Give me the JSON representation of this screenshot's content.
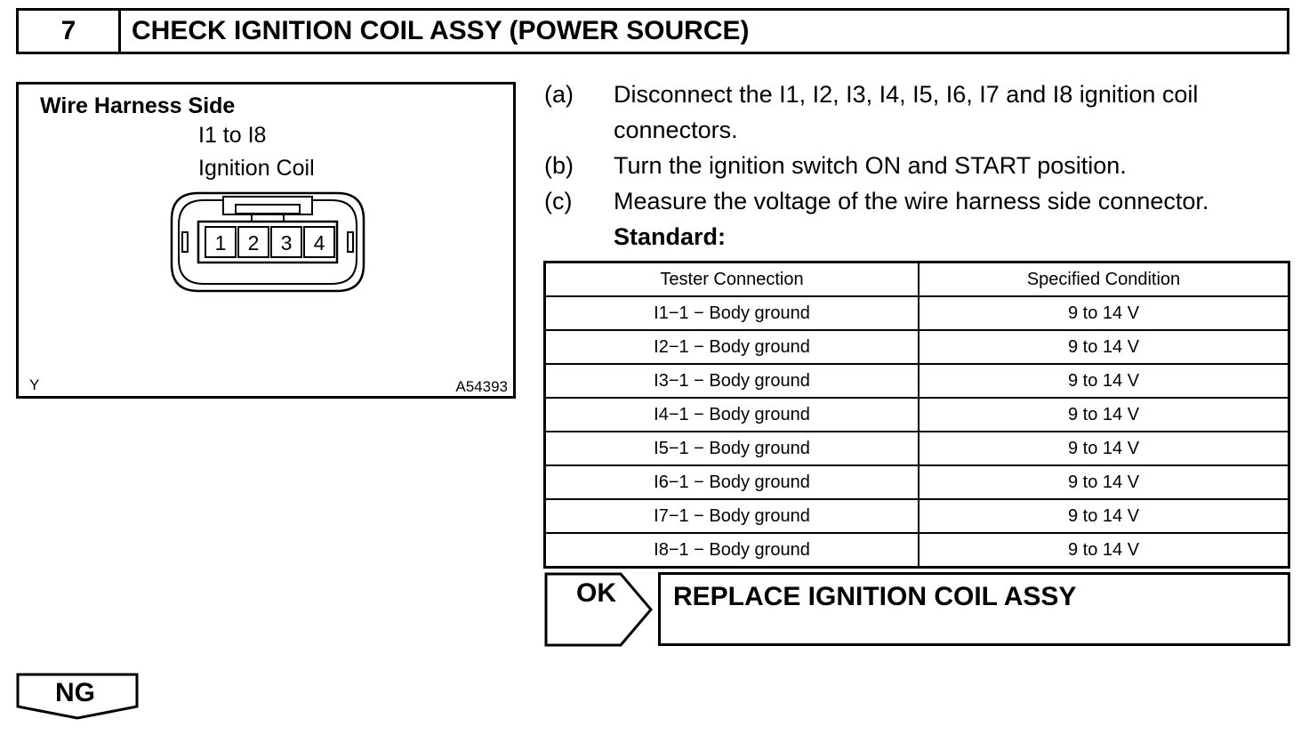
{
  "header": {
    "step_number": "7",
    "title": "CHECK IGNITION COIL ASSY (POWER SOURCE)"
  },
  "figure": {
    "heading": "Wire Harness Side",
    "connector_range": "I1 to I8",
    "component": "Ignition Coil",
    "pins": [
      "1",
      "2",
      "3",
      "4"
    ],
    "corner_left": "Y",
    "corner_right": "A54393"
  },
  "steps": [
    {
      "label": "(a)",
      "lines": [
        "Disconnect the I1, I2, I3, I4, I5, I6, I7 and I8  ignition coil",
        "connectors."
      ]
    },
    {
      "label": "(b)",
      "lines": [
        "Turn the ignition switch ON and START position."
      ]
    },
    {
      "label": "(c)",
      "lines": [
        "Measure the voltage of the wire harness side connector."
      ]
    }
  ],
  "standard_label": "Standard:",
  "table": {
    "headers": [
      "Tester Connection",
      "Specified Condition"
    ],
    "rows": [
      [
        "I1−1 − Body ground",
        "9 to 14 V"
      ],
      [
        "I2−1 − Body ground",
        "9 to 14 V"
      ],
      [
        "I3−1 − Body ground",
        "9 to 14 V"
      ],
      [
        "I4−1 − Body ground",
        "9 to 14 V"
      ],
      [
        "I5−1 − Body ground",
        "9 to 14 V"
      ],
      [
        "I6−1 − Body ground",
        "9 to 14 V"
      ],
      [
        "I7−1 − Body ground",
        "9 to 14 V"
      ],
      [
        "I8−1 − Body ground",
        "9 to 14 V"
      ]
    ]
  },
  "ok": {
    "label": "OK",
    "action": "REPLACE IGNITION COIL ASSY"
  },
  "ng": {
    "label": "NG"
  }
}
